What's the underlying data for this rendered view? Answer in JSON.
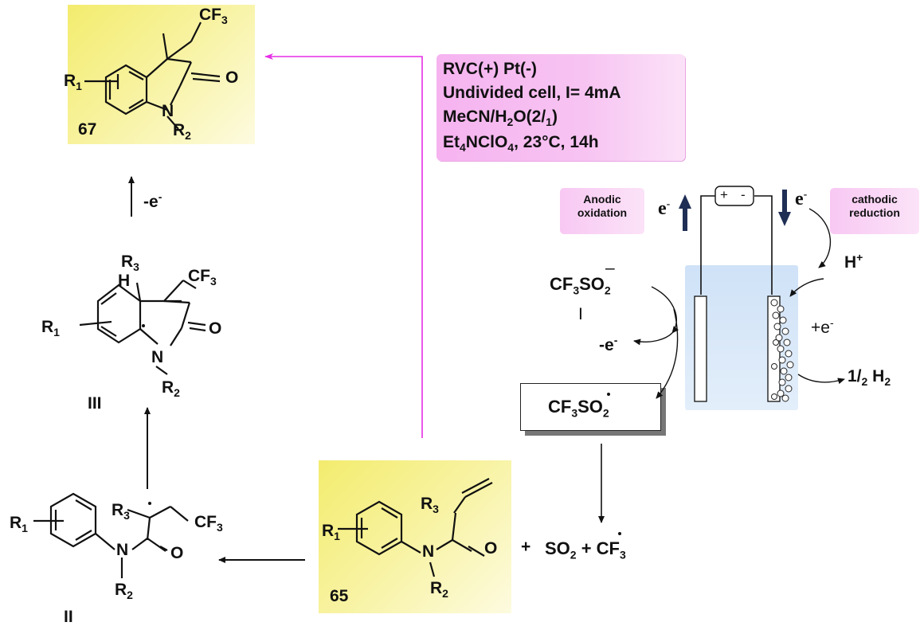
{
  "conditions": {
    "l1": "RVC(+) Pt(-)",
    "l2": "Undivided cell, I= 4mA",
    "l3a": "MeCN/H",
    "l3b": "2",
    "l3c": "O(2/",
    "l3d": "1",
    "l3e": ")",
    "l4a": "Et",
    "l4b": "4",
    "l4c": "NClO",
    "l4d": "4",
    "l4e": ", 23°C, 14h"
  },
  "compounds": {
    "c67": "67",
    "c65": "65",
    "cIII": "III",
    "cII": "II",
    "cI": "I"
  },
  "atoms": {
    "R": "R",
    "one": "1",
    "two": "2",
    "three": "3",
    "O": "O",
    "N": "N",
    "H": "H",
    "CF": "CF",
    "CF3sub": "3",
    "Nr": "N",
    "Hdot": "H"
  },
  "steps": {
    "minus_e": "-e",
    "e_sup": "-"
  },
  "electrochem": {
    "anodic1": "Anodic",
    "anodic2": "oxidation",
    "cathodic1": "cathodic",
    "cathodic2": "reduction",
    "e": "e",
    "e_sup": "-",
    "plus": "+",
    "minus": "-",
    "Hplus_H": "H",
    "Hplus_sup": "+",
    "plus_e": "+e",
    "plus_e_sup": "-",
    "half_h2_a": "1/",
    "half_h2_b": "2",
    "half_h2_c": " H",
    "half_h2_d": "2",
    "minus_e2": "-e",
    "minus_e2_sup": "-"
  },
  "species": {
    "cf3so2_a": "CF",
    "cf3so2_b": "3",
    "cf3so2_c": "SO",
    "cf3so2_d": "2",
    "anion_sign": "–",
    "rad_a": "CF",
    "rad_b": "3",
    "rad_c": "SO",
    "rad_d": "2",
    "plus1": "+",
    "so2_a": "SO",
    "so2_b": "2",
    "so2_c": " + ",
    "cf3_a": "CF",
    "cf3_b": "3"
  },
  "colors": {
    "arrow_magenta": "#e62ee6",
    "electron_arrow": "#1f2e55",
    "yellow": "#f3ec6e",
    "pink": "#f6b3f0",
    "cell_blue": "#cfe2f7"
  }
}
